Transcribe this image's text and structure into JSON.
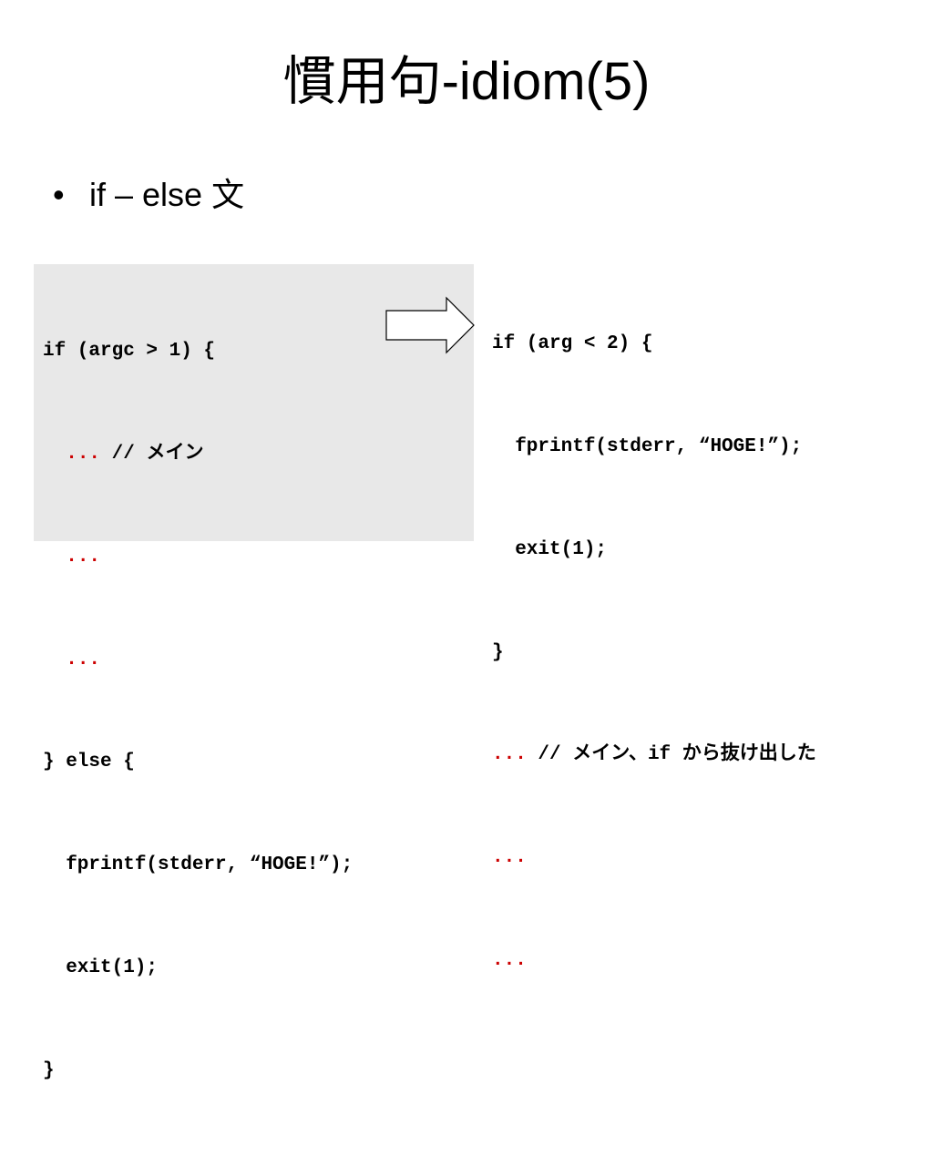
{
  "slide": {
    "title": "慣用句-idiom(5)",
    "bullet": {
      "marker": "•",
      "text": "if – else 文"
    }
  },
  "left_code": {
    "lines": [
      {
        "text": "if (argc > 1) {"
      },
      {
        "indent": "  ",
        "dots": "...",
        "comment": " // メイン"
      },
      {
        "indent": "  ",
        "dots": "..."
      },
      {
        "indent": "  ",
        "dots": "..."
      },
      {
        "text": "} else {"
      },
      {
        "text": "  fprintf(stderr, “HOGE!”);"
      },
      {
        "text": "  exit(1);"
      },
      {
        "text": "}"
      }
    ]
  },
  "right_code": {
    "lines": [
      {
        "text": "if (arg < 2) {"
      },
      {
        "text": "  fprintf(stderr, “HOGE!”);"
      },
      {
        "text": "  exit(1);"
      },
      {
        "text": "}"
      },
      {
        "dots": "...",
        "comment": " // メイン、if から抜け出した"
      },
      {
        "dots": "..."
      },
      {
        "dots": "..."
      }
    ]
  },
  "colors": {
    "background": "#ffffff",
    "code_panel": "#e8e8e8",
    "ellipsis": "#cc0000",
    "text": "#000000"
  },
  "icons": {
    "arrow": "right-arrow-outline-icon"
  }
}
